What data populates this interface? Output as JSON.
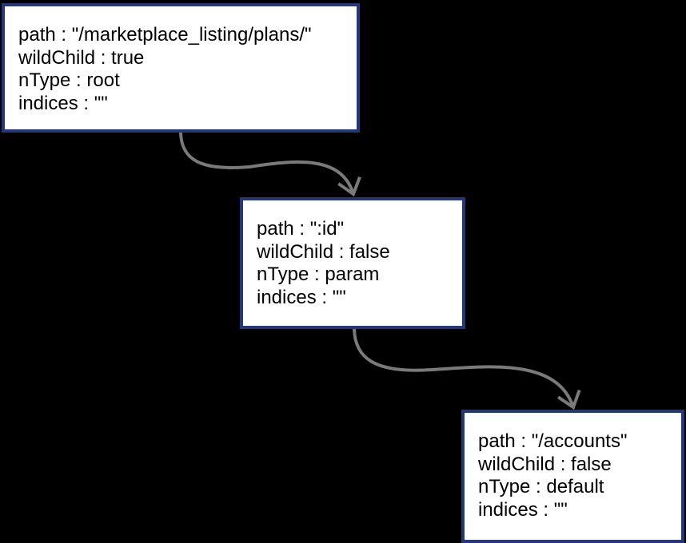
{
  "diagram": {
    "colors": {
      "background": "#000000",
      "node_fill": "#ffffff",
      "node_border": "#23377c",
      "arrow": "#7a7a7a",
      "text": "#000000"
    },
    "nodes": [
      {
        "id": "node-1",
        "lines": [
          "path : \"/marketplace_listing/plans/\"",
          "wildChild : true",
          "nType : root",
          "indices : \"\""
        ]
      },
      {
        "id": "node-2",
        "lines": [
          "path : \":id\"",
          "wildChild : false",
          "nType : param",
          "indices : \"\""
        ]
      },
      {
        "id": "node-3",
        "lines": [
          "path : \"/accounts\"",
          "wildChild : false",
          "nType : default",
          "indices : \"\""
        ]
      }
    ],
    "edges": [
      {
        "from": "node-1",
        "to": "node-2"
      },
      {
        "from": "node-2",
        "to": "node-3"
      }
    ]
  }
}
